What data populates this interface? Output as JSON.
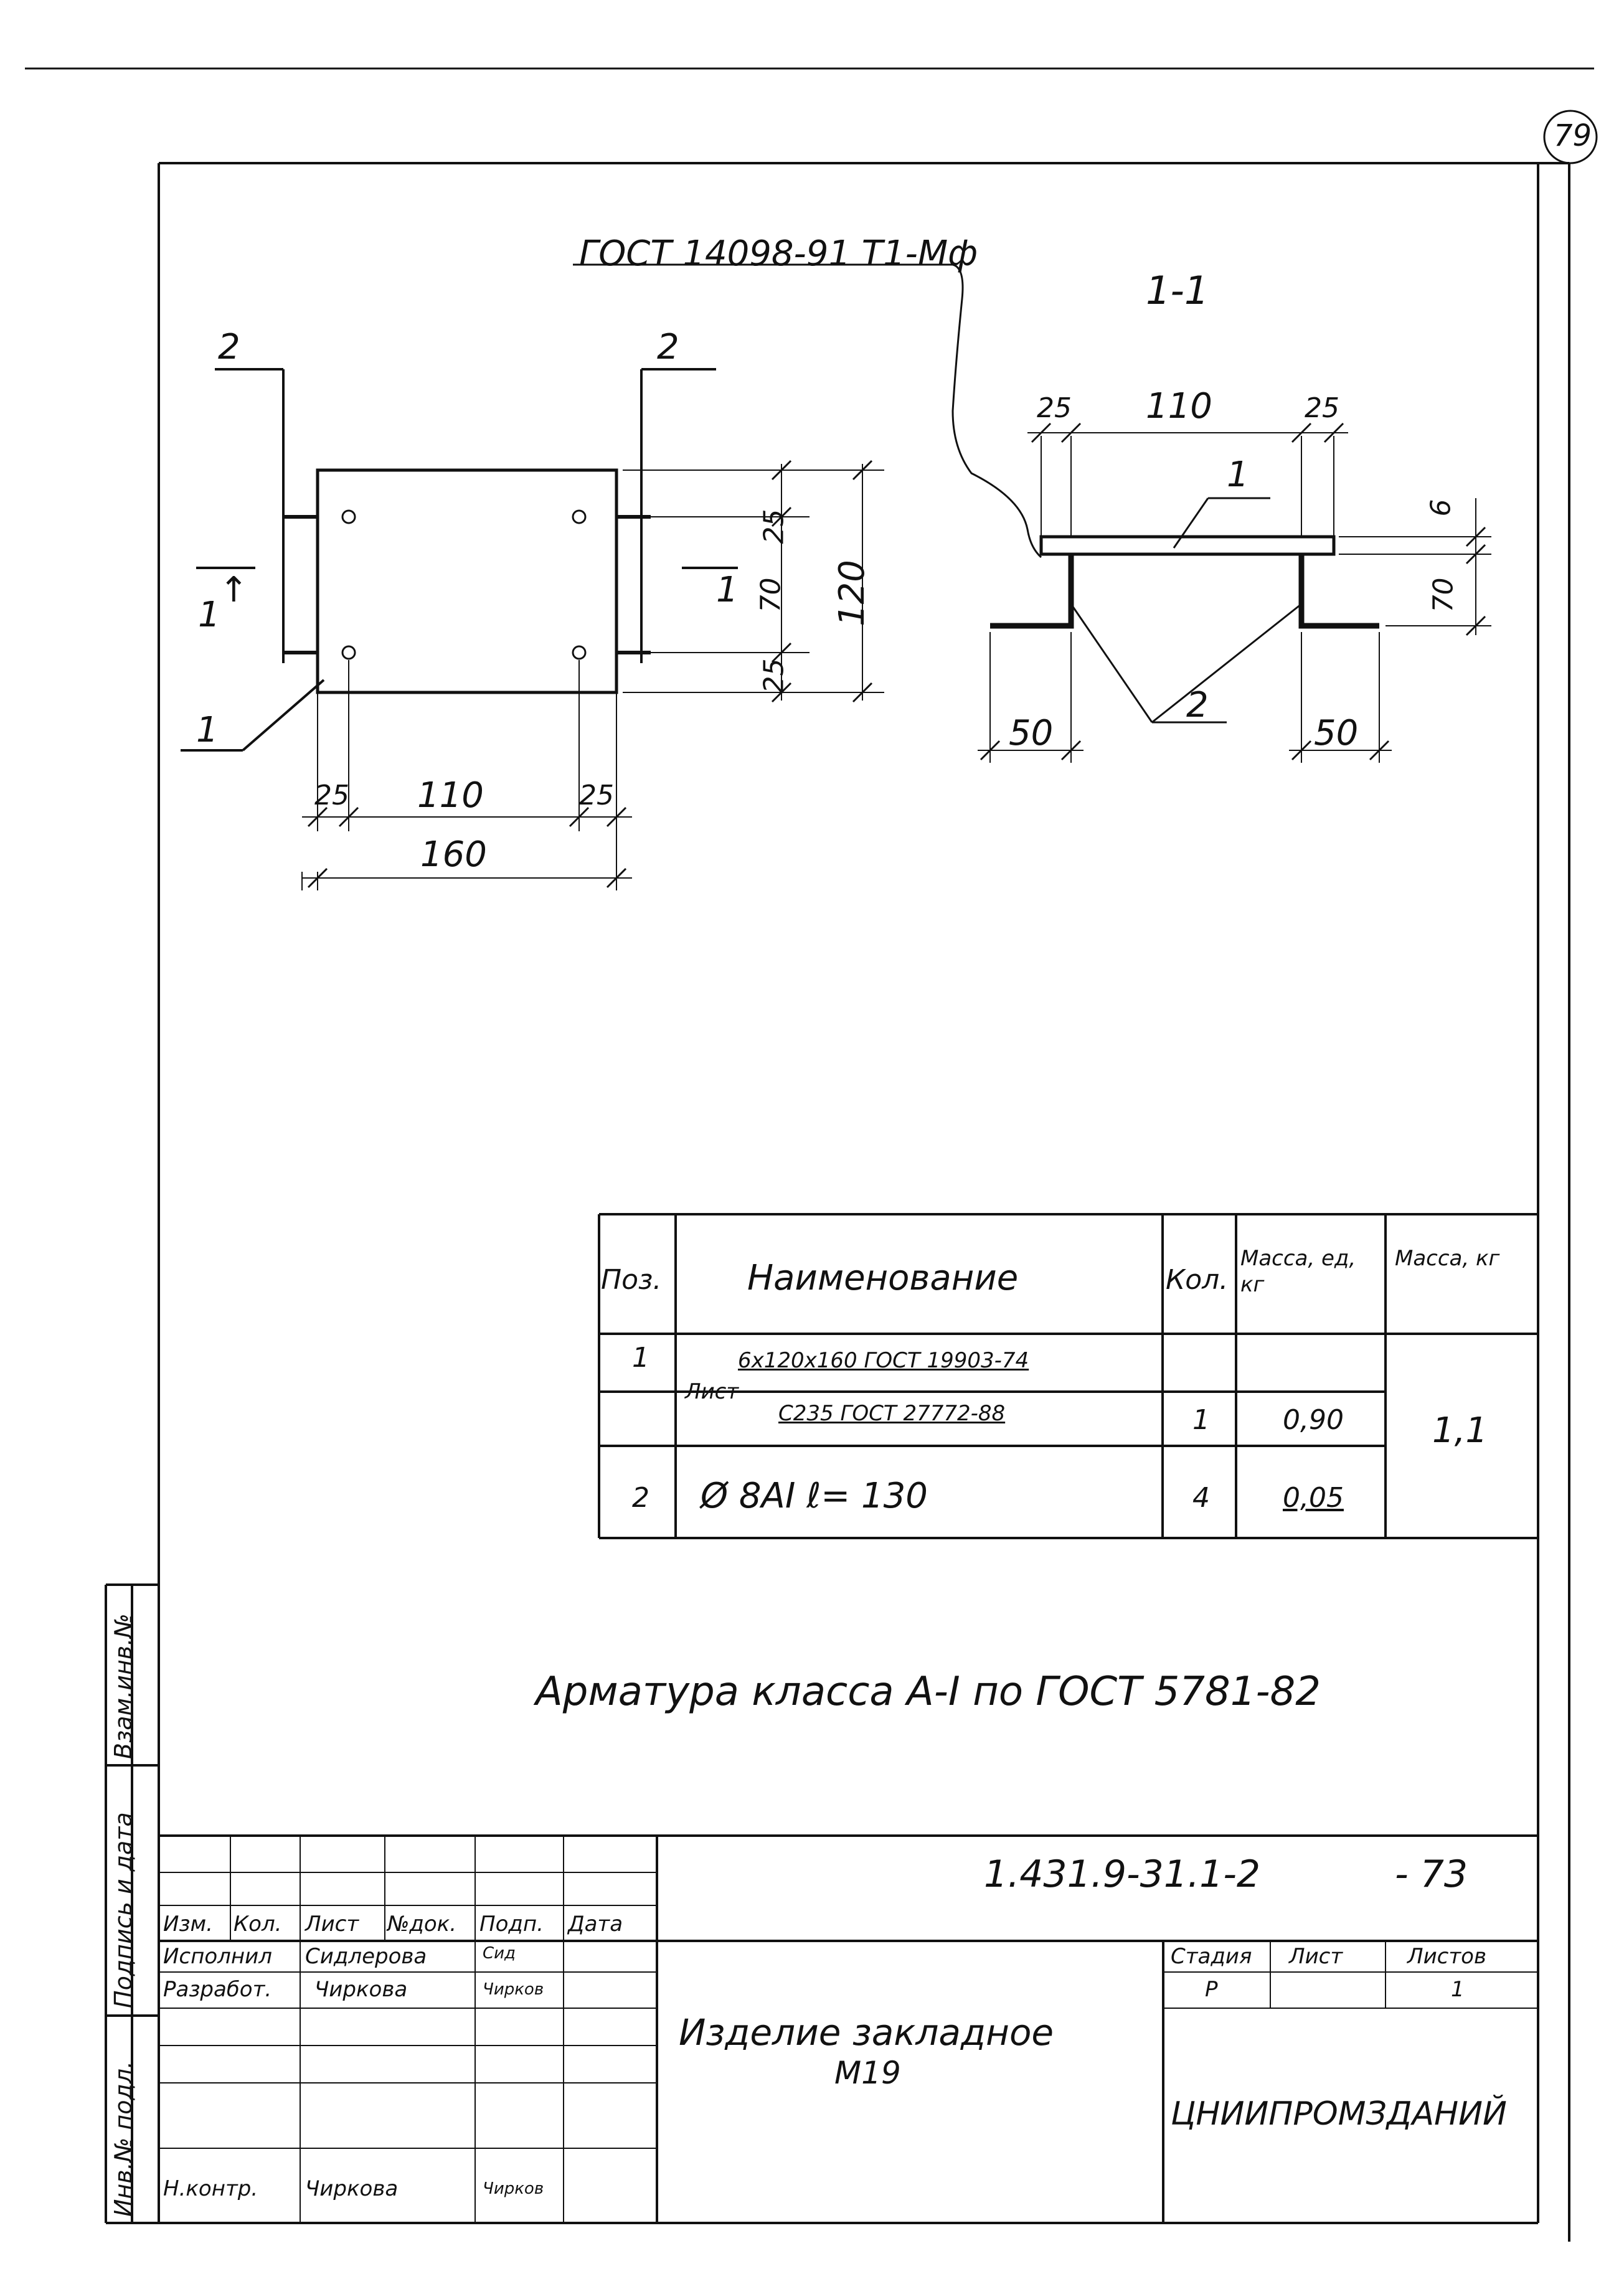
{
  "sheet": {
    "page_number": "79",
    "gost_label": "ГОСТ 14098-91 Т1-Мф",
    "section_label": "1-1",
    "note": "Арматура класса А-I по ГОСТ 5781-82"
  },
  "plan_view": {
    "cut_mark_left": "2",
    "cut_mark_right": "2",
    "section_arrow_left": "1",
    "section_arrow_right": "1",
    "pos_label": "1",
    "dim_top": "25",
    "dim_mid_vertical": "70",
    "dim_bottom": "25",
    "dim_height": "120",
    "dim_left_offset": "25",
    "dim_hole_span": "110",
    "dim_right_offset": "25",
    "dim_width": "160"
  },
  "section_view": {
    "dim_left": "25",
    "dim_span": "110",
    "dim_right": "25",
    "pos_plate": "1",
    "pos_bars": "2",
    "dim_thickness": "6",
    "dim_bar_height": "70",
    "dim_foot_left": "50",
    "dim_foot_right": "50"
  },
  "spec_table": {
    "headers": {
      "pos": "Поз.",
      "name": "Наименование",
      "qty": "Кол.",
      "mass_unit": "Масса, ед, кг",
      "mass": "Масса, кг"
    },
    "rows": [
      {
        "pos": "1",
        "prefix": "Лист",
        "name_line1": "6х120х160 ГОСТ 19903-74",
        "name_line2": "С235 ГОСТ 27772-88",
        "qty": "1",
        "mass_unit": "0,90"
      },
      {
        "pos": "2",
        "name_line1": "Ø 8AI   ℓ= 130",
        "qty": "4",
        "mass_unit": "0,05"
      }
    ],
    "total_mass": "1,1"
  },
  "side_stamp": {
    "cells": [
      "Инв.№ подл.",
      "Подпись и дата",
      "Взам.инв.№"
    ]
  },
  "title_block": {
    "doc_code": "1.431.9-31.1-2",
    "sheet_code": "- 73",
    "col_headers": [
      "Изм.",
      "Кол.",
      "Лист",
      "№док.",
      "Подп.",
      "Дата"
    ],
    "roles": [
      {
        "role": "Исполнил",
        "name": "Сидлерова",
        "sign": "Сид"
      },
      {
        "role": "Разработ.",
        "name": "Чиркова",
        "sign": "Чирков"
      },
      {
        "role": "Н.контр.",
        "name": "Чиркова",
        "sign": "Чирков"
      }
    ],
    "title": "Изделие закладное",
    "title_sub": "М19",
    "stage_header": "Стадия",
    "sheet_header": "Лист",
    "sheets_header": "Листов",
    "stage_value": "Р",
    "sheets_value": "1",
    "organization": "ЦНИИПРОМЗДАНИЙ"
  }
}
